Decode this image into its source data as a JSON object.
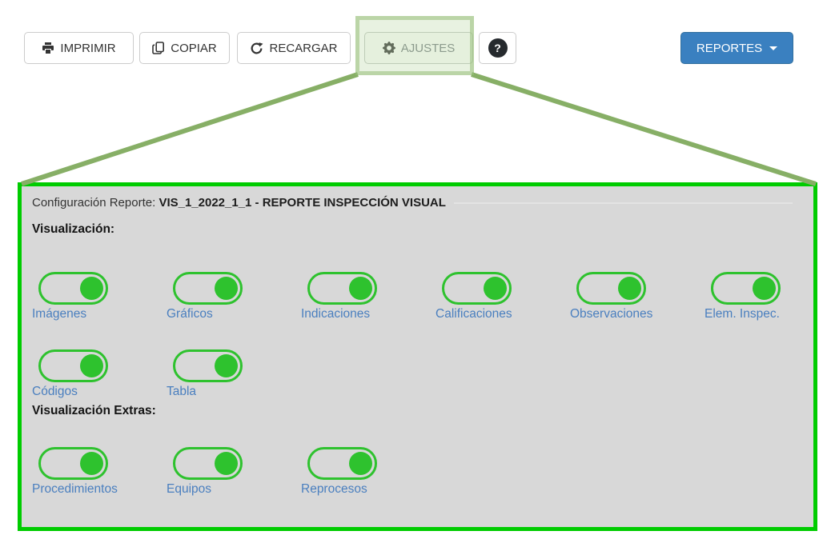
{
  "toolbar": {
    "imprimir_label": "IMPRIMIR",
    "copiar_label": "COPIAR",
    "recargar_label": "RECARGAR",
    "ajustes_label": "AJUSTES",
    "help_label": "?",
    "reportes_label": "REPORTES"
  },
  "panel": {
    "header_prefix": "Configuración Reporte: ",
    "header_value": "VIS_1_2022_1_1 - REPORTE INSPECCIÓN VISUAL",
    "section_visualizacion_title": "Visualización:",
    "section_extras_title": "Visualización Extras:",
    "visualizacion_toggles": [
      {
        "label": "Imágenes",
        "state": "on"
      },
      {
        "label": "Gráficos",
        "state": "on"
      },
      {
        "label": "Indicaciones",
        "state": "on"
      },
      {
        "label": "Calificaciones",
        "state": "on"
      },
      {
        "label": "Observaciones",
        "state": "on"
      },
      {
        "label": "Elem. Inspec.",
        "state": "on"
      },
      {
        "label": "Códigos",
        "state": "on"
      },
      {
        "label": "Tabla",
        "state": "on"
      }
    ],
    "extras_toggles": [
      {
        "label": "Procedimientos",
        "state": "on"
      },
      {
        "label": "Equipos",
        "state": "on"
      },
      {
        "label": "Reprocesos",
        "state": "on"
      }
    ]
  },
  "icons": {
    "printer": "printer-icon",
    "copy": "copy-icon",
    "refresh": "refresh-icon",
    "gear": "gear-icon",
    "help": "help-icon",
    "caret": "caret-down-icon"
  },
  "colors": {
    "panel-border": "#00cc00",
    "panel-bg": "#d8d8d8",
    "toggle-green": "#2ec22e",
    "label-blue": "#4a7fbf",
    "reportes-blue": "#3a80c0",
    "callout-green": "#87af66"
  }
}
